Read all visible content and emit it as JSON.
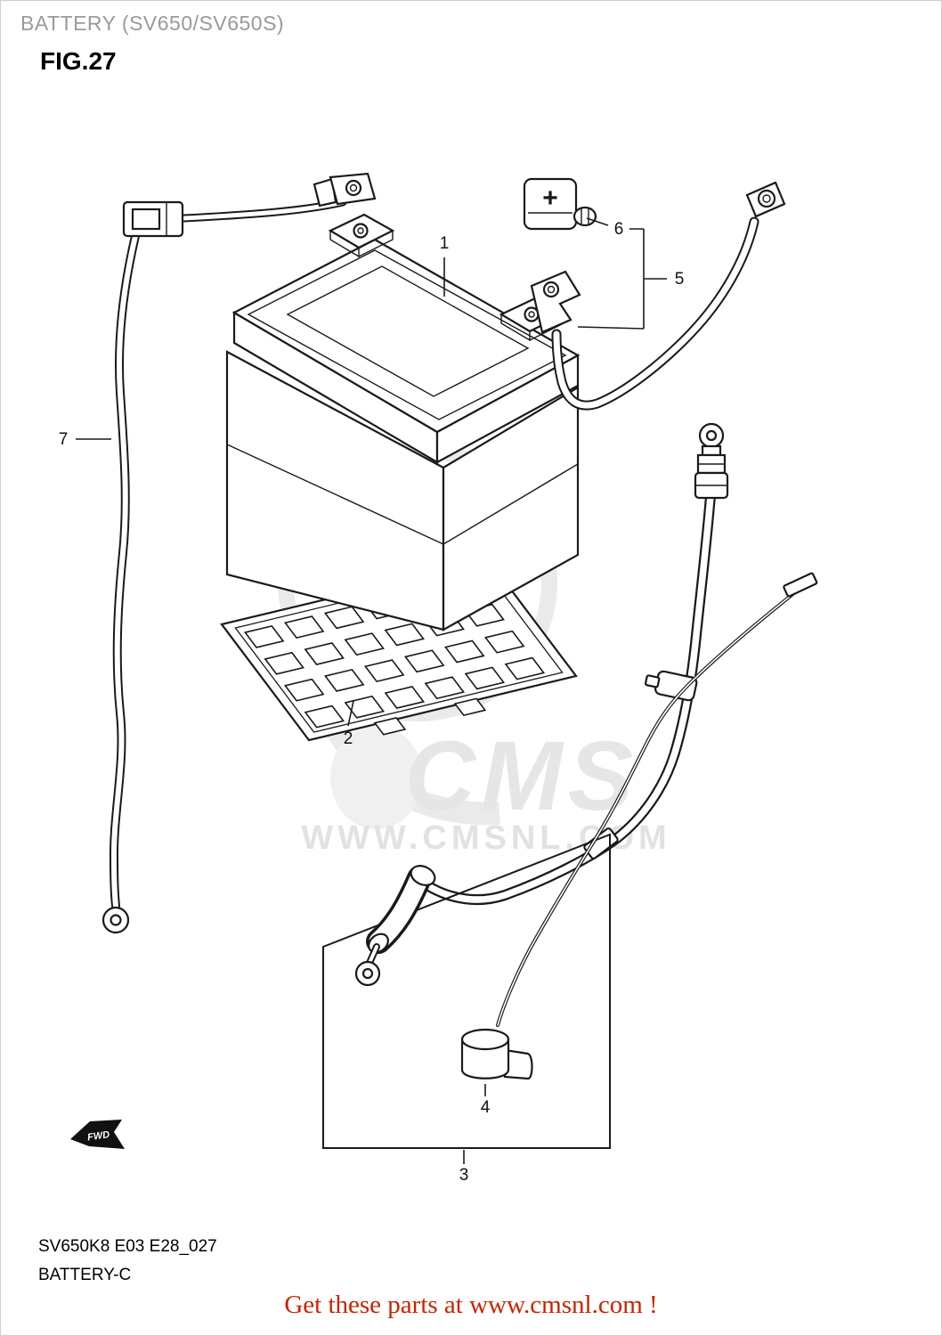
{
  "header": {
    "title": "BATTERY (SV650/SV650S)",
    "figure": "FIG.27"
  },
  "diagram": {
    "part_labels": {
      "p1": "1",
      "p2": "2",
      "p3": "3",
      "p4": "4",
      "p5": "5",
      "p6": "6",
      "p7": "7"
    },
    "plus_symbol": "+",
    "fwd_label": "FWD"
  },
  "watermark": {
    "brand": "CMS",
    "url": "WWW.CMSNL.COM"
  },
  "footer": {
    "code": "SV650K8 E03 E28_027",
    "name": "BATTERY-C",
    "promo": "Get these parts at www.cmsnl.com !"
  },
  "colors": {
    "promo_red": "#cc2200",
    "title_gray": "#9a9a9a",
    "line_black": "#1a1a1a",
    "watermark_gray": "#e6e6e6"
  }
}
